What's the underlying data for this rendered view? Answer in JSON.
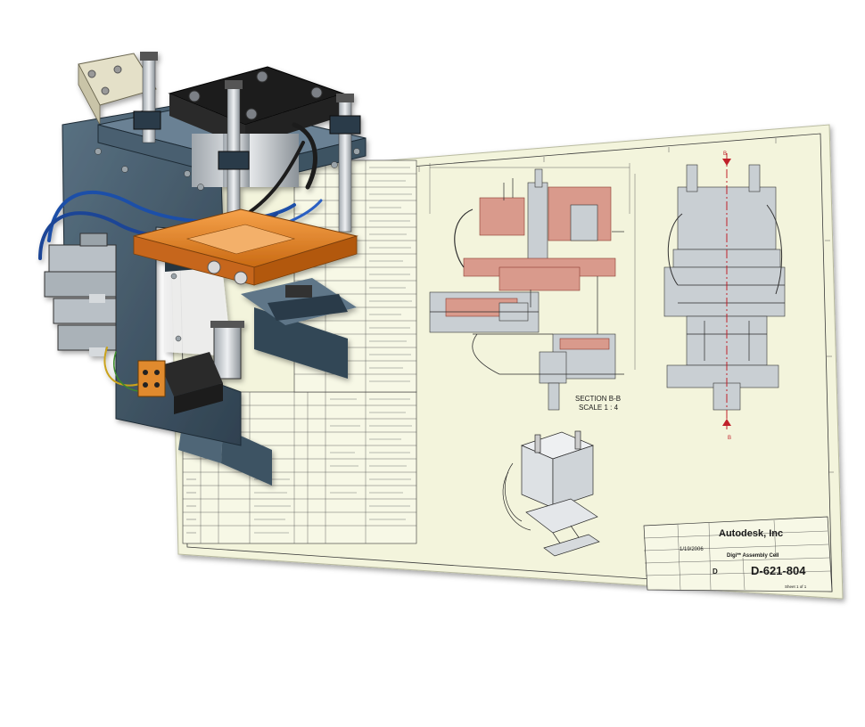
{
  "drawing": {
    "section_label": "SECTION B-B",
    "scale_label": "SCALE 1 : 4",
    "cut_mark_top": "B",
    "cut_mark_bottom": "B"
  },
  "title_block": {
    "company": "Autodesk, Inc",
    "title": "Digi** Assembly Cell",
    "size_code": "D",
    "drawing_number": "D-621-804",
    "date": "1/19/2006",
    "sheet": "Sheet 1 of 1"
  },
  "colors": {
    "sheet": "#f3f4dc",
    "frame": "#41586a",
    "orange": "#e98b2e",
    "cable_blue": "#1f4fa8",
    "section_red": "#c0202a"
  }
}
